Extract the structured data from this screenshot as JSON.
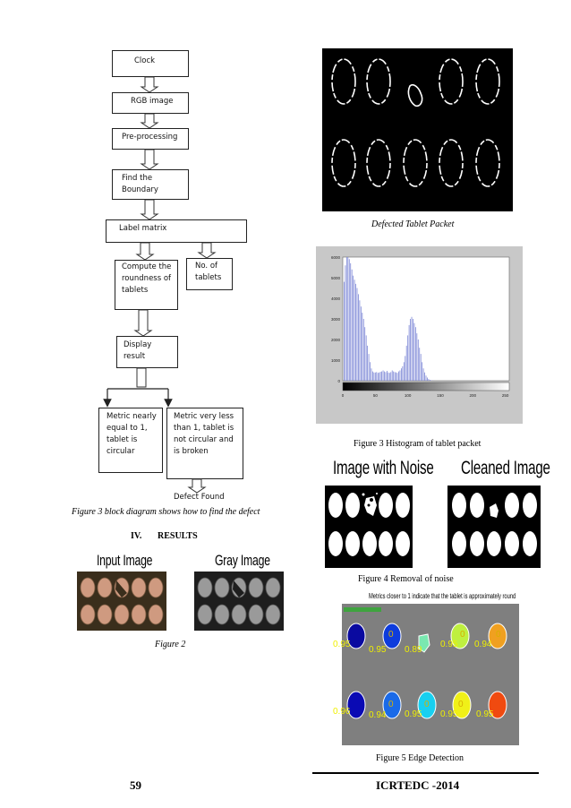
{
  "flowchart": {
    "nodes": {
      "clock": "Clock",
      "rgb": "RGB image",
      "preprocessing": "Pre-processing",
      "boundary": "Find the Boundary",
      "label_matrix": "Label matrix",
      "roundness": "Compute the roundness of tablets",
      "num_tablets": "No. of tablets",
      "display": "Display result",
      "metric_equal": "Metric nearly equal to 1, tablet is circular",
      "metric_less": "Metric very less than 1, tablet is not circular and is broken",
      "defect": "Defect Found"
    },
    "caption": "Figure 3 block diagram shows how to find the defect"
  },
  "section": {
    "number": "IV.",
    "title": "RESULTS"
  },
  "figure2": {
    "left_title": "Input Image",
    "right_title": "Gray Image",
    "caption": "Figure 2"
  },
  "defected_packet": {
    "caption": "Defected Tablet Packet"
  },
  "histogram": {
    "caption": "Figure 3 Histogram of tablet packet",
    "chart_data": {
      "type": "bar",
      "y_ticks": [
        "0",
        "1000",
        "2000",
        "3000",
        "4000",
        "5000",
        "6000"
      ],
      "x_ticks": [
        "0",
        "50",
        "100",
        "150",
        "200",
        "250"
      ],
      "ylim": [
        0,
        6000
      ],
      "xlim": [
        0,
        256
      ],
      "x": [
        2,
        4,
        6,
        8,
        10,
        12,
        14,
        16,
        18,
        20,
        22,
        24,
        26,
        28,
        30,
        32,
        34,
        36,
        38,
        40,
        42,
        44,
        46,
        48,
        50,
        52,
        54,
        56,
        58,
        60,
        62,
        64,
        66,
        68,
        70,
        72,
        74,
        76,
        78,
        80,
        82,
        84,
        86,
        88,
        90,
        92,
        94,
        96,
        98,
        100,
        102,
        104,
        106,
        108,
        110,
        112,
        114,
        116,
        118,
        120,
        122,
        124,
        126,
        128,
        130,
        132,
        134,
        136,
        138,
        140,
        142,
        144,
        146,
        148,
        150,
        152,
        154,
        156,
        158,
        160,
        162,
        164,
        166,
        168,
        170,
        172,
        174,
        176,
        178,
        180,
        182,
        184,
        186,
        188,
        190,
        192,
        194,
        196,
        198,
        200,
        202,
        204,
        206,
        208,
        210,
        212,
        214,
        216,
        218,
        220,
        222,
        224,
        226,
        228,
        230,
        232,
        234,
        236,
        238,
        240,
        242,
        244,
        246,
        248,
        250,
        252,
        254
      ],
      "values": [
        4800,
        5600,
        6000,
        6000,
        5900,
        5700,
        5400,
        5100,
        4900,
        4700,
        4500,
        4200,
        3900,
        3600,
        3300,
        3000,
        2600,
        2200,
        1700,
        1300,
        900,
        600,
        450,
        400,
        400,
        420,
        380,
        400,
        430,
        450,
        500,
        450,
        420,
        480,
        400,
        380,
        420,
        500,
        450,
        420,
        400,
        380,
        450,
        500,
        600,
        700,
        900,
        1200,
        1700,
        2200,
        2700,
        3000,
        3100,
        3000,
        2800,
        2600,
        2300,
        2000,
        1600,
        1300,
        900,
        600,
        400,
        250,
        150,
        80,
        40,
        20,
        10,
        5,
        0,
        0,
        0,
        0,
        0,
        0,
        0,
        0,
        0,
        0,
        0,
        0,
        0,
        0,
        0,
        0,
        0,
        0,
        0,
        0,
        0,
        0,
        0,
        0,
        0,
        0,
        0,
        0,
        0,
        0,
        0,
        0,
        0,
        0,
        0,
        0,
        0,
        0,
        0,
        0,
        0,
        0,
        0,
        0,
        0,
        0,
        0,
        0,
        0,
        0,
        0,
        0,
        0,
        0,
        0,
        0,
        0
      ],
      "bar_color": "#7b86d6"
    }
  },
  "figure4": {
    "left_title": "Image with Noise",
    "right_title": "Cleaned Image",
    "caption": "Figure 4 Removal of noise"
  },
  "figure5": {
    "title": "Metrics closer to 1 indicate that the tablet is approximately round",
    "top_metrics": [
      "0.95",
      "0.95",
      "0.89",
      "0.95",
      "0.94"
    ],
    "bottom_metrics": [
      "0.96",
      "0.94",
      "0.95",
      "0.95",
      "0.95"
    ],
    "zero": "0",
    "caption": "Figure 5 Edge Detection"
  },
  "footer": {
    "page": "59",
    "conference": "ICRTEDC -2014"
  }
}
